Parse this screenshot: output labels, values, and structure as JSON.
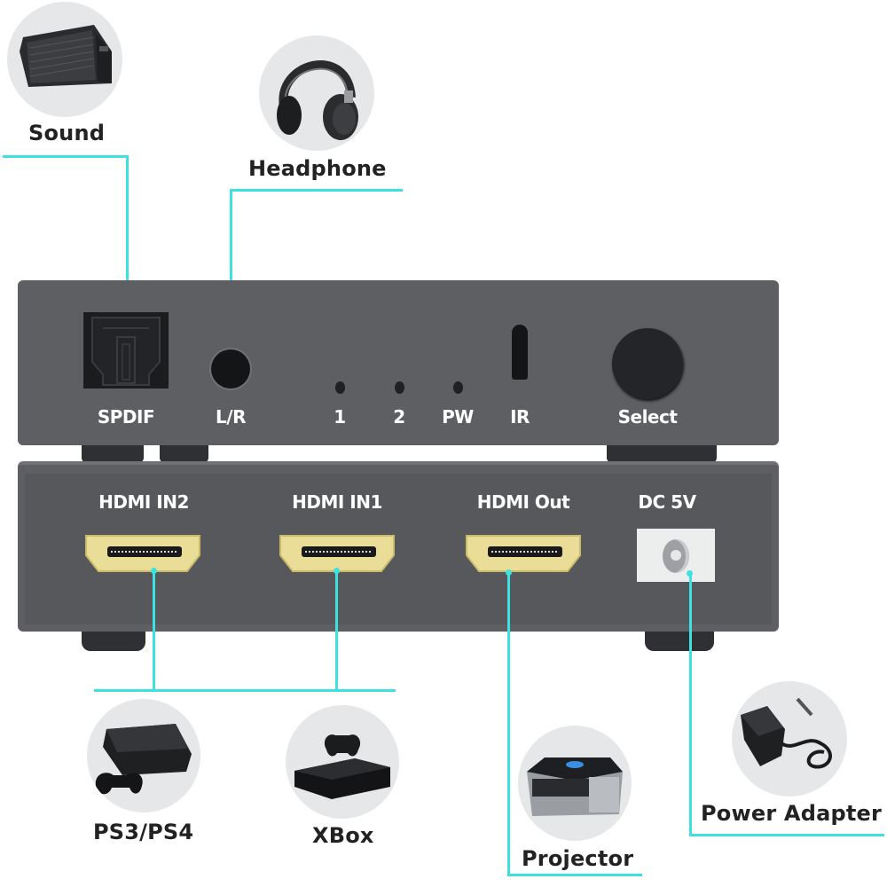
{
  "devices": {
    "sound": {
      "label": "Sound",
      "icon": "speaker-icon"
    },
    "headphone": {
      "label": "Headphone",
      "icon": "headphone-icon"
    },
    "ps": {
      "label": "PS3/PS4",
      "icon": "game-console-icon"
    },
    "xbox": {
      "label": "XBox",
      "icon": "xbox-console-icon"
    },
    "projector": {
      "label": "Projector",
      "icon": "projector-icon"
    },
    "power": {
      "label": "Power Adapter",
      "icon": "power-adapter-icon"
    }
  },
  "front_panel": {
    "spdif": "SPDIF",
    "lr": "L/R",
    "led1": "1",
    "led2": "2",
    "pw": "PW",
    "ir": "IR",
    "select": "Select"
  },
  "rear_panel": {
    "hdmi_in2": "HDMI IN2",
    "hdmi_in1": "HDMI IN1",
    "hdmi_out": "HDMI Out",
    "dc": "DC 5V"
  },
  "colors": {
    "connector_line": "#3fe0e0",
    "chassis": "#5d5f63",
    "hdmi_gold": "#e9dd98",
    "icon_circle": "#e6e7e9"
  }
}
